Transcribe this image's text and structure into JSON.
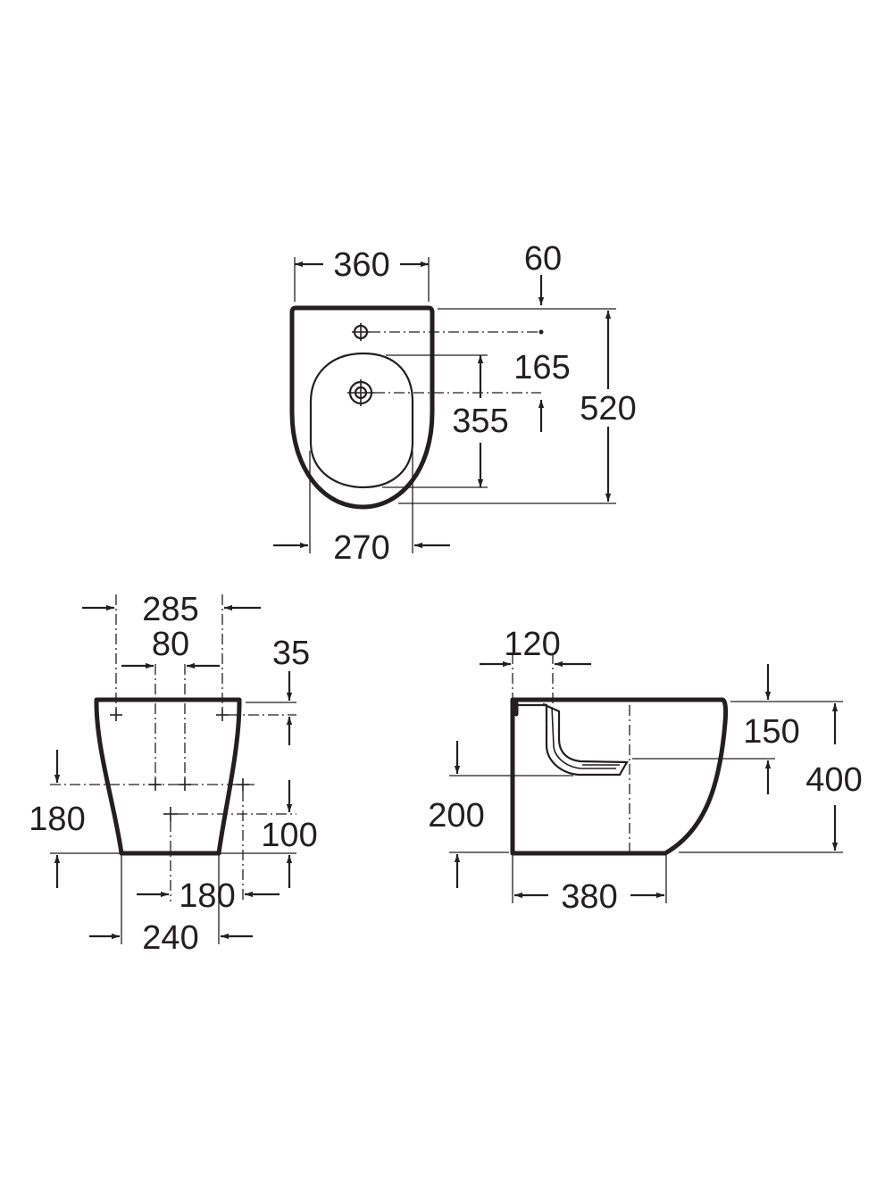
{
  "dimensions": {
    "top_view": {
      "width": "360",
      "tap_offset": "60",
      "tap_to_drain": "165",
      "bowl_length": "355",
      "depth": "520",
      "bowl_width": "270"
    },
    "front_view": {
      "fixing_width": "285",
      "fixing_spacing": "80",
      "top_offset": "35",
      "fixing_height": "180",
      "waste_height": "100",
      "waste_spacing": "180",
      "base_width": "240"
    },
    "side_view": {
      "tap_setback": "120",
      "rim_depth": "150",
      "height": "400",
      "waste_outlet_height": "200",
      "length": "380"
    }
  },
  "colors": {
    "line": "#231f20",
    "background": "#ffffff"
  }
}
